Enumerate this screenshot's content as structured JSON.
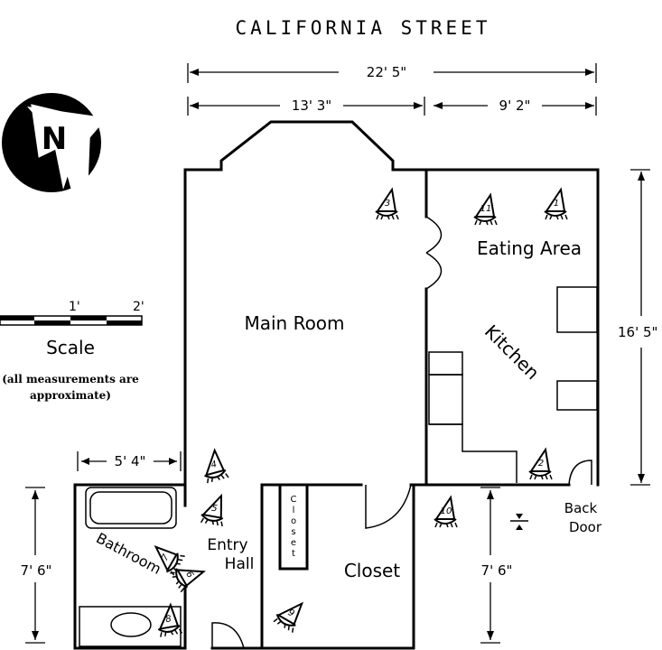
{
  "title": "CALIFORNIA STREET",
  "dimensions": {
    "overall_width": "22' 5\"",
    "main_width": "13' 3\"",
    "kitchen_width": "9' 2\"",
    "overall_depth": "16' 5\"",
    "bath_width": "5' 4\"",
    "bath_depth": "7' 6\"",
    "closet_depth": "7' 6\""
  },
  "rooms": {
    "main_room": "Main Room",
    "eating_area": "Eating Area",
    "kitchen": "Kitchen",
    "bathroom": "Bathroom",
    "entry_hall_1": "Entry",
    "entry_hall_2": "Hall",
    "closet": "Closet",
    "small_closet": [
      "C",
      "l",
      "o",
      "s",
      "e",
      "t"
    ],
    "back_door_1": "Back",
    "back_door_2": "Door"
  },
  "scale": {
    "tick_1": "1'",
    "tick_2": "2'",
    "label": "Scale",
    "note_1": "(all measurements are",
    "note_2": "approximate)"
  },
  "compass": {
    "letter": "N",
    "icon": "north-arrow-icon"
  },
  "viewpoints": [
    "1",
    "2",
    "3",
    "4",
    "5",
    "6",
    "7",
    "8",
    "9",
    "10",
    "11"
  ]
}
